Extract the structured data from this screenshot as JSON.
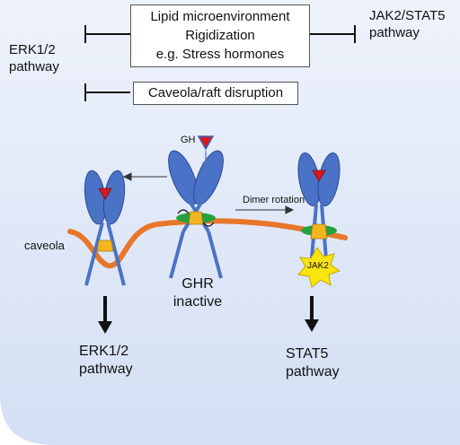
{
  "colors": {
    "background_panel": "#dde6f7",
    "receptor_blue": "#4a73c7",
    "receptor_outline": "#2a4b8f",
    "membrane_orange": "#e8762b",
    "jm_yellow": "#f2b521",
    "box1_green": "#27a13d",
    "gh_red": "#d8191e",
    "jak2_yellow": "#f8e40f",
    "arrow_black": "#111111"
  },
  "labels": {
    "lipid_box": [
      "Lipid microenvironment",
      "Rigidization",
      "e.g. Stress hormones"
    ],
    "caveola_box": "Caveola/raft disruption",
    "erk_top": [
      "ERK1/2",
      "pathway"
    ],
    "jak_top": [
      "JAK2/STAT5",
      "pathway"
    ],
    "gh": "GH",
    "dimer_rotation": "Dimer rotation",
    "caveola": "caveola",
    "ghr_inactive": [
      "GHR",
      "inactive"
    ],
    "jak2": "JAK2",
    "erk_bottom": [
      "ERK1/2",
      "pathway"
    ],
    "stat5_bottom": [
      "STAT5",
      "pathway"
    ]
  },
  "icons": [
    "inhibition-bar-icon",
    "arrow-icon",
    "gh-triangle-icon",
    "receptor-icon",
    "jak2-star-icon",
    "rotation-icon"
  ]
}
